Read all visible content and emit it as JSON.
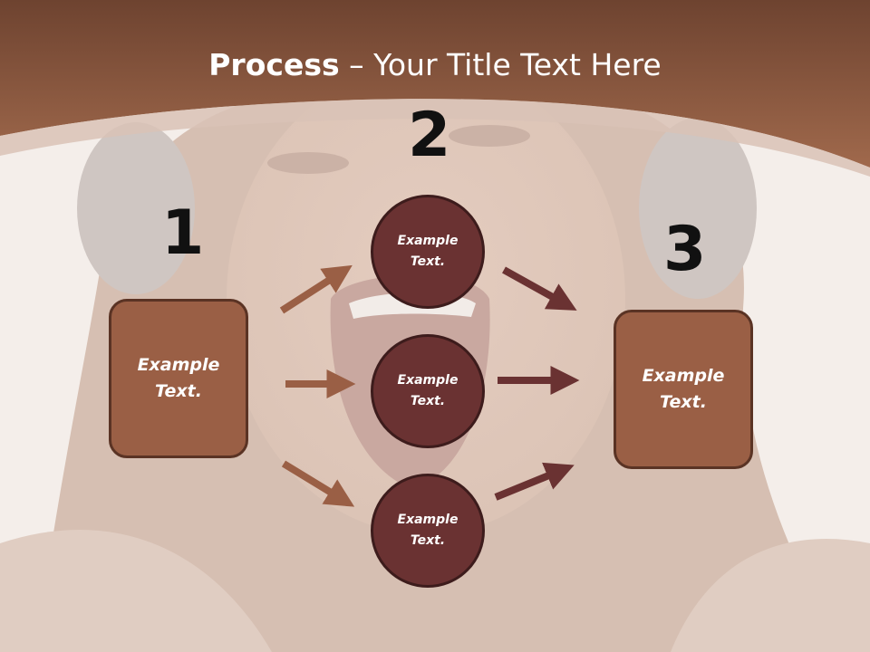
{
  "title": {
    "bold": "Process",
    "rest": " – Your Title Text Here"
  },
  "steps": {
    "one": {
      "number": "1",
      "text": "Example Text."
    },
    "two": {
      "number": "2",
      "circles": [
        "Example Text.",
        "Example Text.",
        "Example Text."
      ]
    },
    "three": {
      "number": "3",
      "text": "Example Text."
    }
  },
  "colors": {
    "header": "#8f5a3f",
    "box": "#9a5f45",
    "circle": "#6a3232",
    "arrow_light": "#9a5f45",
    "arrow_dark": "#6a3232"
  }
}
